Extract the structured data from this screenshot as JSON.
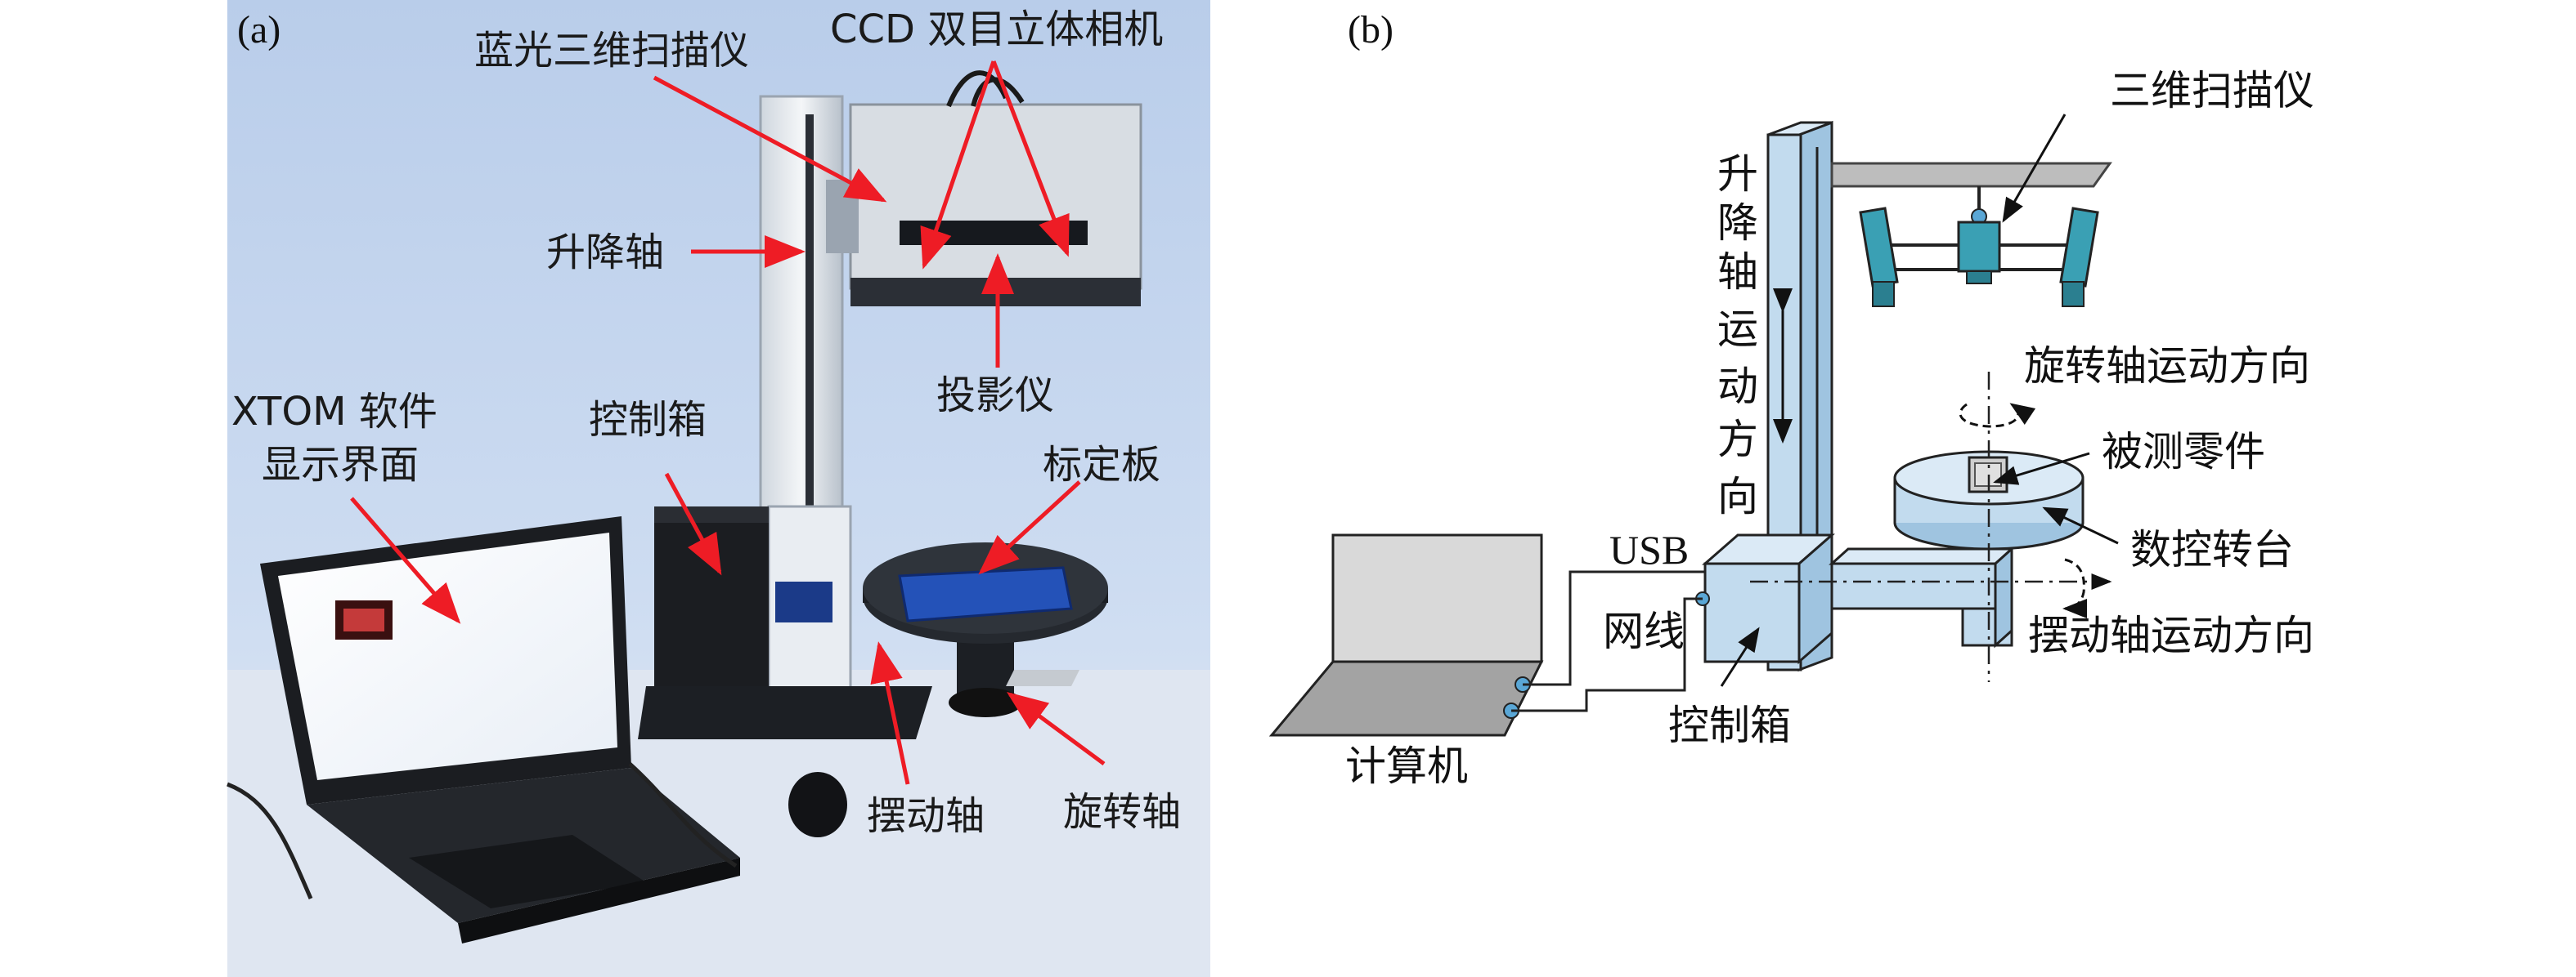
{
  "panel_a": {
    "letter": "(a)",
    "labels": {
      "blue_scanner": "蓝光三维扫描仪",
      "ccd_camera": "CCD 双目立体相机",
      "lift_axis": "升降轴",
      "projector": "投影仪",
      "software_line1": "XTOM 软件",
      "software_line2": "显示界面",
      "control_box": "控制箱",
      "calibration_board": "标定板",
      "swing_axis": "摆动轴",
      "rotation_axis": "旋转轴"
    },
    "arrow_color": "#ee1c25",
    "background_color": "#c9d8ee"
  },
  "panel_b": {
    "letter": "(b)",
    "labels": {
      "scanner": "三维扫描仪",
      "lift_motion": [
        "升",
        "降",
        "轴",
        "运",
        "动",
        "方",
        "向"
      ],
      "rotation_motion": "旋转轴运动方向",
      "part": "被测零件",
      "turntable": "数控转台",
      "swing_motion": "摆动轴运动方向",
      "usb": "USB",
      "network": "网线",
      "control_box": "控制箱",
      "computer": "计算机"
    },
    "structure_fill": "#c2dbee",
    "scanner_fill": "#3aa0b4",
    "computer_fill": "#d9d9d9"
  }
}
